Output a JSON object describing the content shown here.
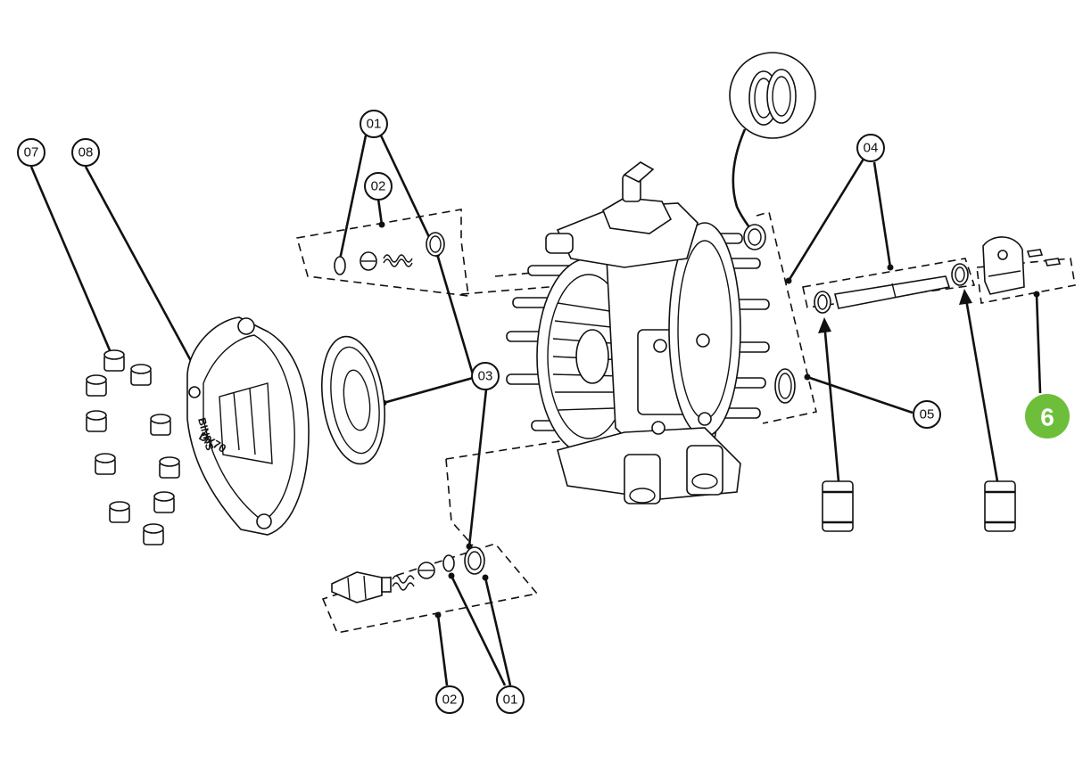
{
  "badge": {
    "label": "6",
    "color": "#6dbf3b",
    "text_color": "#ffffff"
  },
  "callouts": {
    "c01_top": "01",
    "c02_top": "02",
    "c03": "03",
    "c04": "04",
    "c05": "05",
    "c07": "07",
    "c08": "08",
    "c02_bottom": "02",
    "c01_bottom": "01"
  },
  "branding": {
    "brand": "BINKS",
    "model": "DX70"
  },
  "colors": {
    "line": "#111111",
    "background": "#ffffff"
  }
}
